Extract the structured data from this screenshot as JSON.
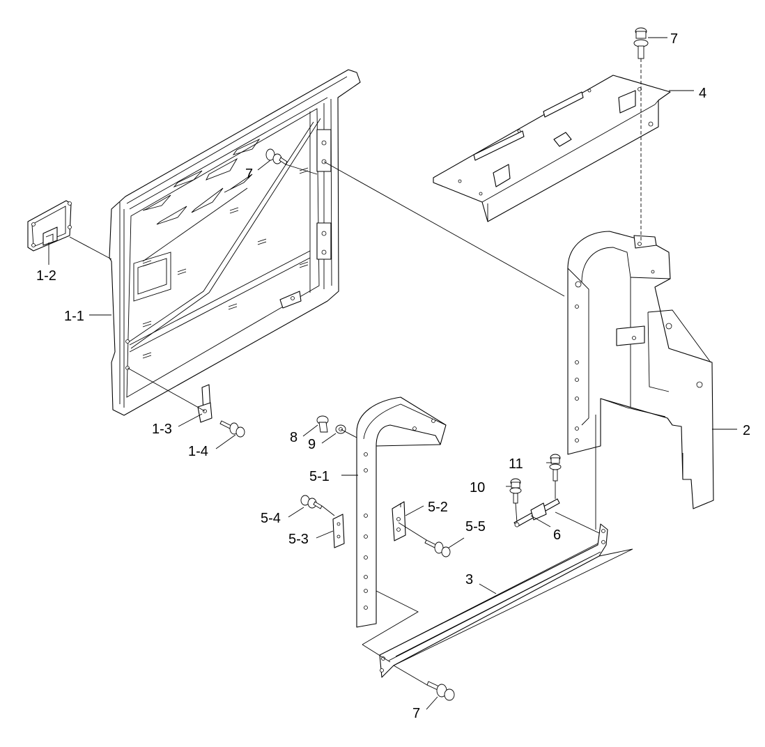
{
  "callouts": {
    "c7_top": "7",
    "c4": "4",
    "c7_frame": "7",
    "c1_2": "1-2",
    "c1_1": "1-1",
    "c1_3": "1-3",
    "c1_4": "1-4",
    "c8": "8",
    "c9": "9",
    "c5_1": "5-1",
    "c5_2": "5-2",
    "c5_3": "5-3",
    "c5_4": "5-4",
    "c5_5": "5-5",
    "c10": "10",
    "c11": "11",
    "c6": "6",
    "c2": "2",
    "c3": "3",
    "c7_bottom": "7"
  }
}
